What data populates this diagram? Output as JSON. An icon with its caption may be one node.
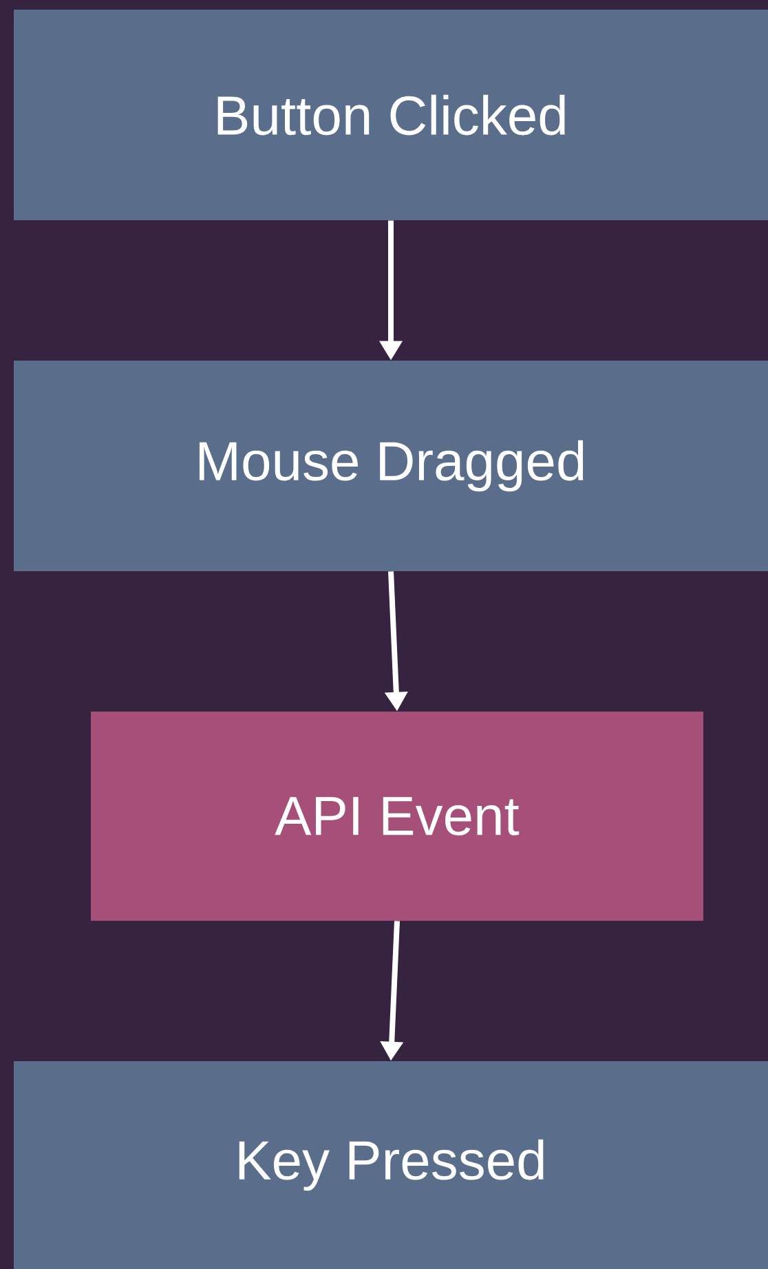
{
  "diagram": {
    "nodes": [
      {
        "text": [
          "Button Clicked"
        ]
      },
      {
        "text": [
          "Mouse Dragged"
        ]
      },
      {
        "text": [
          "API Event"
        ]
      },
      {
        "text": [
          "Key Pressed"
        ]
      }
    ],
    "edges": [
      {
        "from": 0,
        "to": 1,
        "arrow": "to"
      },
      {
        "from": 1,
        "to": 2,
        "arrow": "to"
      },
      {
        "from": 2,
        "to": 3,
        "arrow": "to"
      }
    ]
  }
}
